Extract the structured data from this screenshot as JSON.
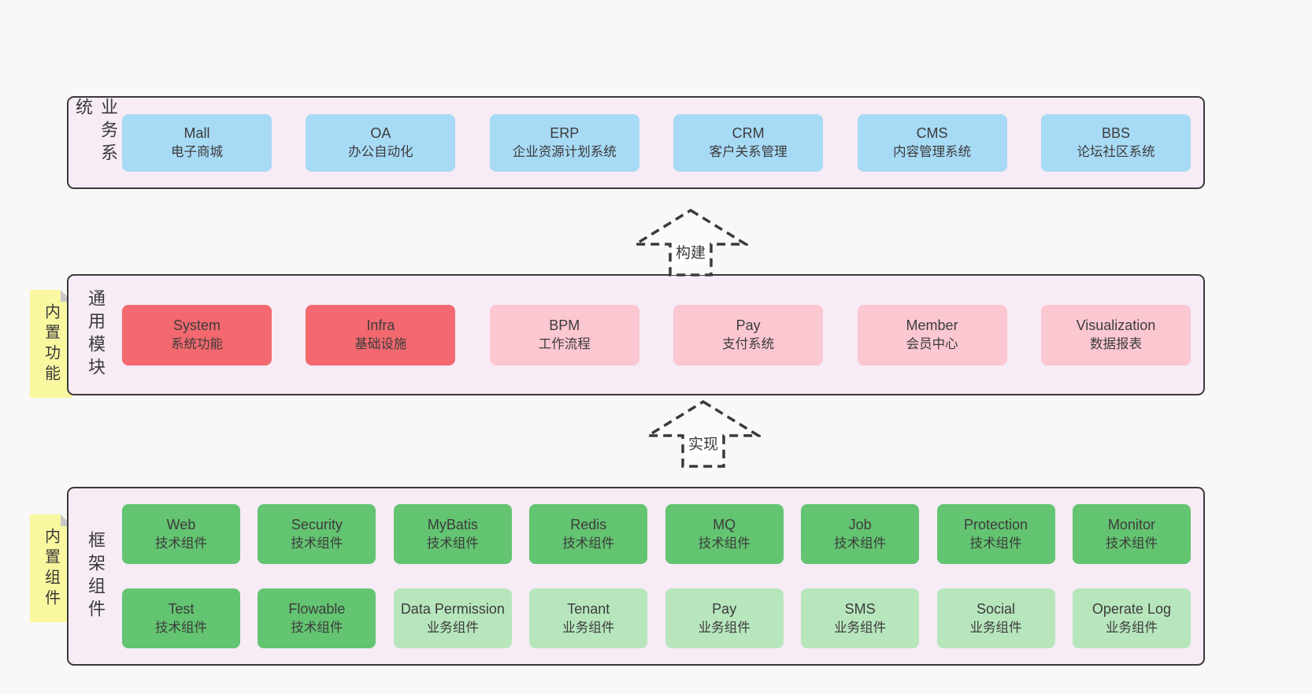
{
  "colors": {
    "page_bg": "#f8f8f8",
    "panel_bg": "#f7ebf6",
    "panel_border": "#3a3a3a",
    "blue_box": "#a7daf5",
    "red_box": "#f3696f",
    "pink_box": "#fbc7d1",
    "green_box": "#63c471",
    "light_green_box": "#b7e6bd",
    "sticky_yellow": "#f9f8a0",
    "text": "#3c3c3c"
  },
  "arrows": [
    {
      "label": "构建"
    },
    {
      "label": "实现"
    }
  ],
  "layers": [
    {
      "label": "业务系统",
      "boxes": [
        {
          "en": "Mall",
          "zh": "电子商城"
        },
        {
          "en": "OA",
          "zh": "办公自动化"
        },
        {
          "en": "ERP",
          "zh": "企业资源计划系统"
        },
        {
          "en": "CRM",
          "zh": "客户关系管理"
        },
        {
          "en": "CMS",
          "zh": "内容管理系统"
        },
        {
          "en": "BBS",
          "zh": "论坛社区系统"
        }
      ]
    },
    {
      "label": "通用模块",
      "sticky": "内置功能",
      "boxes": [
        {
          "en": "System",
          "zh": "系统功能"
        },
        {
          "en": "Infra",
          "zh": "基础设施"
        },
        {
          "en": "BPM",
          "zh": "工作流程"
        },
        {
          "en": "Pay",
          "zh": "支付系统"
        },
        {
          "en": "Member",
          "zh": "会员中心"
        },
        {
          "en": "Visualization",
          "zh": "数据报表"
        }
      ]
    },
    {
      "label": "框架组件",
      "sticky": "内置组件",
      "rows": [
        [
          {
            "en": "Web",
            "zh": "技术组件"
          },
          {
            "en": "Security",
            "zh": "技术组件"
          },
          {
            "en": "MyBatis",
            "zh": "技术组件"
          },
          {
            "en": "Redis",
            "zh": "技术组件"
          },
          {
            "en": "MQ",
            "zh": "技术组件"
          },
          {
            "en": "Job",
            "zh": "技术组件"
          },
          {
            "en": "Protection",
            "zh": "技术组件"
          },
          {
            "en": "Monitor",
            "zh": "技术组件"
          }
        ],
        [
          {
            "en": "Test",
            "zh": "技术组件"
          },
          {
            "en": "Flowable",
            "zh": "技术组件"
          },
          {
            "en": "Data Permission",
            "zh": "业务组件"
          },
          {
            "en": "Tenant",
            "zh": "业务组件"
          },
          {
            "en": "Pay",
            "zh": "业务组件"
          },
          {
            "en": "SMS",
            "zh": "业务组件"
          },
          {
            "en": "Social",
            "zh": "业务组件"
          },
          {
            "en": "Operate Log",
            "zh": "业务组件"
          }
        ]
      ]
    }
  ]
}
